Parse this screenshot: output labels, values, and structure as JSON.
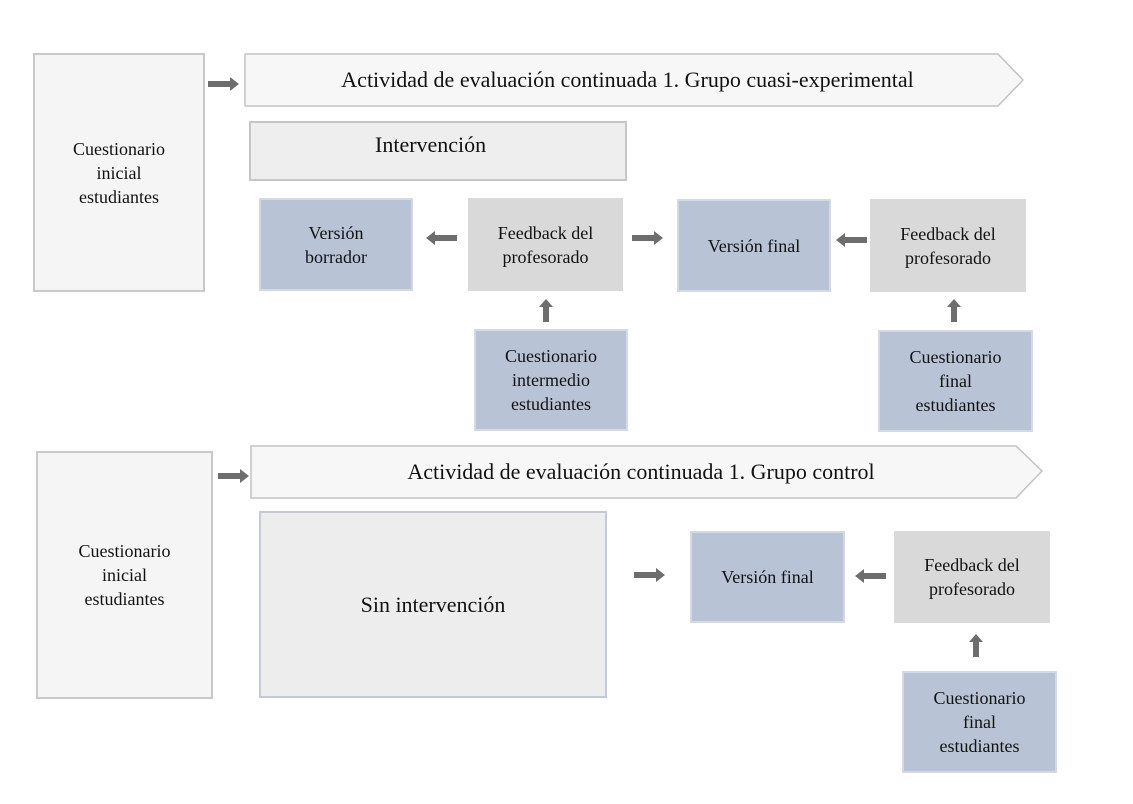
{
  "group1": {
    "initial_questionnaire": [
      "Cuestionario",
      "inicial",
      "estudiantes"
    ],
    "banner": "Actividad de evaluación continuada 1. Grupo cuasi-experimental",
    "intervention": "Intervención",
    "draft_version": [
      "Versión",
      "borrador"
    ],
    "feedback_1": [
      "Feedback del",
      "profesorado"
    ],
    "final_version": "Versión final",
    "feedback_2": [
      "Feedback del",
      "profesorado"
    ],
    "intermediate_questionnaire": [
      "Cuestionario",
      "intermedio",
      "estudiantes"
    ],
    "final_questionnaire": [
      "Cuestionario",
      "final",
      "estudiantes"
    ]
  },
  "group2": {
    "initial_questionnaire": [
      "Cuestionario",
      "inicial",
      "estudiantes"
    ],
    "banner": "Actividad de evaluación continuada 1. Grupo control",
    "no_intervention": "Sin intervención",
    "final_version": "Versión final",
    "feedback": [
      "Feedback del",
      "profesorado"
    ],
    "final_questionnaire": [
      "Cuestionario",
      "final",
      "estudiantes"
    ]
  },
  "colors": {
    "blue_box": "#b8c4d6",
    "grey_box": "#d9d9d9",
    "light_box": "#f5f5f5",
    "arrow": "#6d6d6d"
  }
}
